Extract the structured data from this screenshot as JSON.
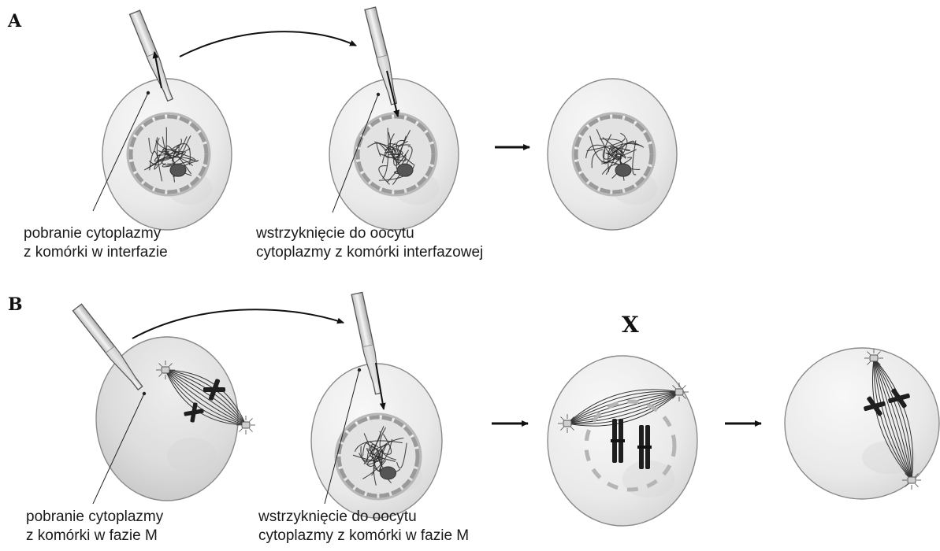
{
  "panels": {
    "a": {
      "label": "A",
      "caption_left": [
        "pobranie cytoplazmy",
        "z komórki w interfazie"
      ],
      "caption_right": [
        "wstrzyknięcie do oocytu",
        "cytoplazmy z komórki interfazowej"
      ]
    },
    "b": {
      "label": "B",
      "caption_left": [
        "pobranie cytoplazmy",
        "z komórki w fazie M"
      ],
      "caption_right": [
        "wstrzyknięcie do oocytu",
        "cytoplazmy z komórki w fazie M"
      ],
      "unknown_label": "X"
    }
  },
  "icons": [
    "pipette-icon",
    "interphase-cell-icon",
    "mitotic-cell-icon",
    "transfer-arrow-icon",
    "process-arrow-icon"
  ],
  "colors": {
    "cell_fill": "#ececec",
    "cell_stroke": "#8a8a8a",
    "nucleus_envelope": "#9a9a9a",
    "chromatin": "#2a2a2a",
    "chromosome": "#1e1e1e"
  }
}
